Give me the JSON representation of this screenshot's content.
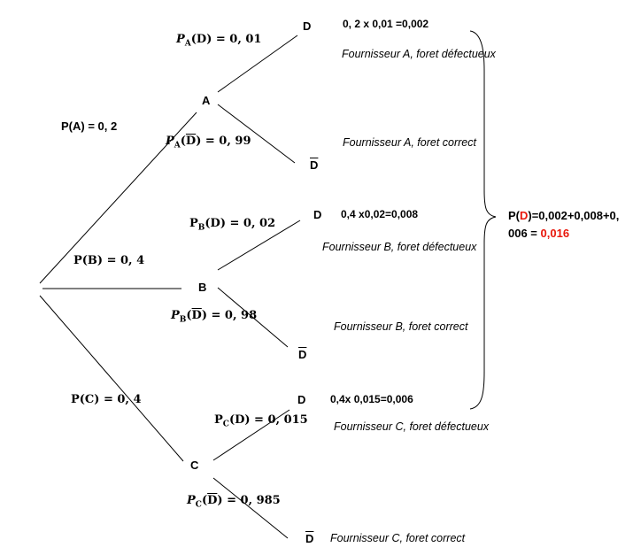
{
  "colors": {
    "highlight": "#e8180c",
    "line": "#000000"
  },
  "nodes": {
    "A": "A",
    "B": "B",
    "C": "C",
    "D": "D",
    "Dbar": "D"
  },
  "probs": {
    "pA": "P(A) = 0, 2",
    "pB": "P(B) = 0, 4",
    "pC": "P(C) = 0, 4",
    "pA_D": {
      "p": "P",
      "sub": "A",
      "rest": "(D) = 0, 01"
    },
    "pA_Dbar": {
      "p": "P",
      "sub": "A",
      "open": "(",
      "d": "D",
      "rest": ") = 0, 99"
    },
    "pB_D": {
      "p": "P",
      "sub": "B",
      "rest": "(D) = 0, 02"
    },
    "pB_Dbar": {
      "p": "P",
      "sub": "B",
      "open": "(",
      "d": "D",
      "rest": ") = 0, 98"
    },
    "pC_D": {
      "p": "P",
      "sub": "C",
      "rest": "(D) = 0, 015"
    },
    "pC_Dbar": {
      "p": "P",
      "sub": "C",
      "open": "(",
      "d": "D",
      "rest": ") = 0, 985"
    }
  },
  "calcs": {
    "a": "0, 2 x 0,01 =0,002",
    "b": "0,4 x0,02=0,008",
    "c": "0,4x 0,015=0,006"
  },
  "descriptions": {
    "a_def": "Fournisseur A, foret défectueux",
    "a_ok": "Fournisseur A, foret correct",
    "b_def": "Fournisseur B, foret défectueux",
    "b_ok": "Fournisseur B, foret correct",
    "c_def": "Fournisseur C, foret défectueux",
    "c_ok": "Fournisseur C, foret correct"
  },
  "total": {
    "p": "P(",
    "d": "D",
    "rest1": ")=0,002+0,008+0,",
    "rest2": "006 = ",
    "value": "0,016"
  }
}
